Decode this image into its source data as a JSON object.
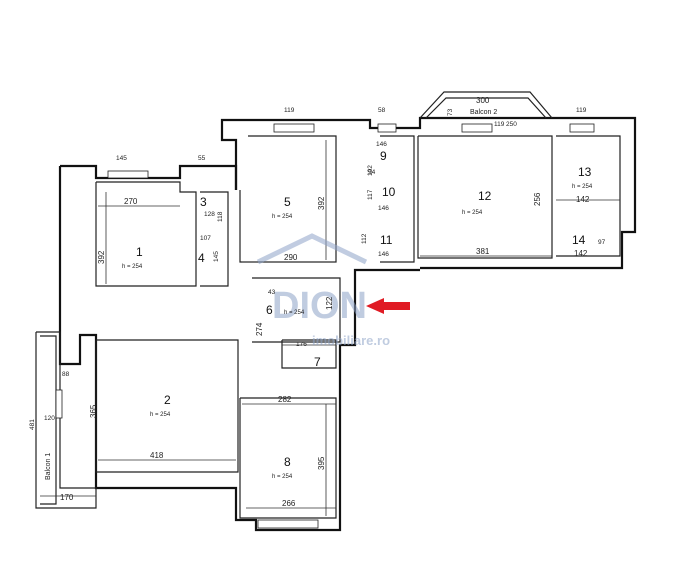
{
  "rooms": [
    {
      "num": "1",
      "height": "h = 254"
    },
    {
      "num": "2",
      "height": "h = 254"
    },
    {
      "num": "3",
      "height": ""
    },
    {
      "num": "4",
      "height": ""
    },
    {
      "num": "5",
      "height": "h = 254"
    },
    {
      "num": "6",
      "height": "h = 254"
    },
    {
      "num": "7",
      "height": ""
    },
    {
      "num": "8",
      "height": "h = 254"
    },
    {
      "num": "9",
      "height": ""
    },
    {
      "num": "10",
      "height": ""
    },
    {
      "num": "11",
      "height": ""
    },
    {
      "num": "12",
      "height": "h = 254"
    },
    {
      "num": "13",
      "height": "h = 254"
    },
    {
      "num": "14",
      "height": ""
    }
  ],
  "balconies": {
    "balcon1": "Balcon 1",
    "balcon2": "Balcon 2"
  },
  "dimensions": {
    "d270": "270",
    "d392a": "392",
    "d392b": "392",
    "d290": "290",
    "d122": "122",
    "d300": "300",
    "d381": "381",
    "d256": "256",
    "d142a": "142",
    "d142b": "142",
    "d146a": "146",
    "d146b": "146",
    "d146c": "146",
    "d176": "176",
    "d282": "282",
    "d395": "395",
    "d418": "418",
    "d266": "266",
    "d365": "365",
    "d170": "170",
    "d274": "274",
    "d107": "107",
    "d145": "145",
    "d128": "128",
    "d118": "118",
    "d102": "102",
    "d112": "112",
    "d117": "117",
    "d94": "94",
    "d97": "97",
    "d73": "73",
    "d43": "43",
    "d481": "481",
    "w119a": "119",
    "w119b": "119",
    "w119c": "119",
    "w145": "145",
    "w55": "55",
    "w58": "58",
    "w250": "250",
    "w88": "88",
    "w120": "120"
  },
  "watermark": {
    "brand": "DION",
    "site": "imobiliare.ro"
  },
  "colors": {
    "arrow": "#e01b24",
    "watermark": "#8ea3c8"
  }
}
